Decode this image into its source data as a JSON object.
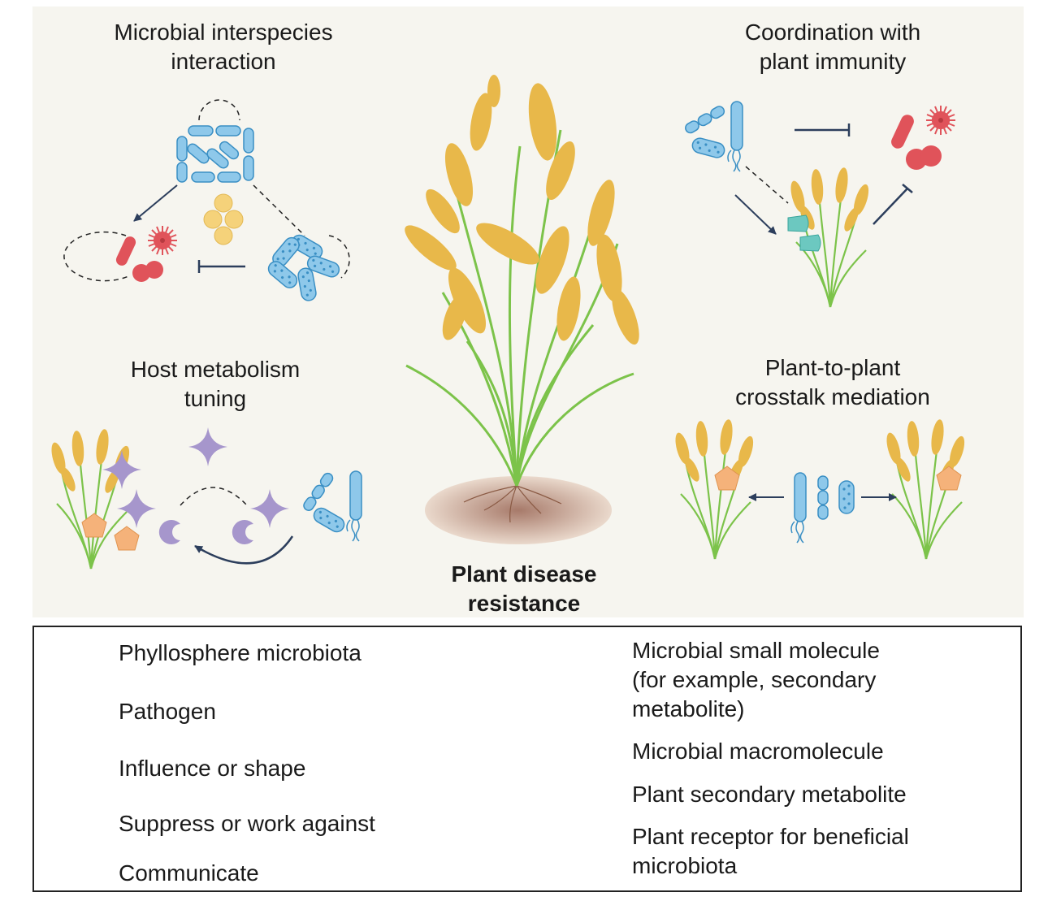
{
  "panels": {
    "microbial_interspecies": "Microbial interspecies\ninteraction",
    "coordination_immunity": "Coordination with\nplant immunity",
    "host_metabolism": "Host metabolism\ntuning",
    "plant_to_plant": "Plant-to-plant\ncrosstalk mediation",
    "center": "Plant disease\nresistance"
  },
  "legend": {
    "phyllosphere": "Phyllosphere microbiota",
    "pathogen": "Pathogen",
    "influence": "Influence or shape",
    "suppress": "Suppress or work against",
    "communicate": "Communicate",
    "small_molecule": "Microbial small molecule\n(for example, secondary\nmetabolite)",
    "macromolecule": "Microbial macromolecule",
    "plant_metabolite": "Plant secondary metabolite",
    "receptor": "Plant receptor for beneficial\nmicrobiota"
  },
  "colors": {
    "microbe": "#8ec8ea",
    "microbe_stroke": "#3a8fc4",
    "pathogen": "#e0535a",
    "molecule_yellow": "#f5d27a",
    "molecule_purple": "#a696cc",
    "plant_metabolite": "#f5b27a",
    "receptor": "#6cc8c0",
    "plant_green": "#7cc34a",
    "grain": "#e8b84a",
    "arrow": "#2c3e5c"
  }
}
